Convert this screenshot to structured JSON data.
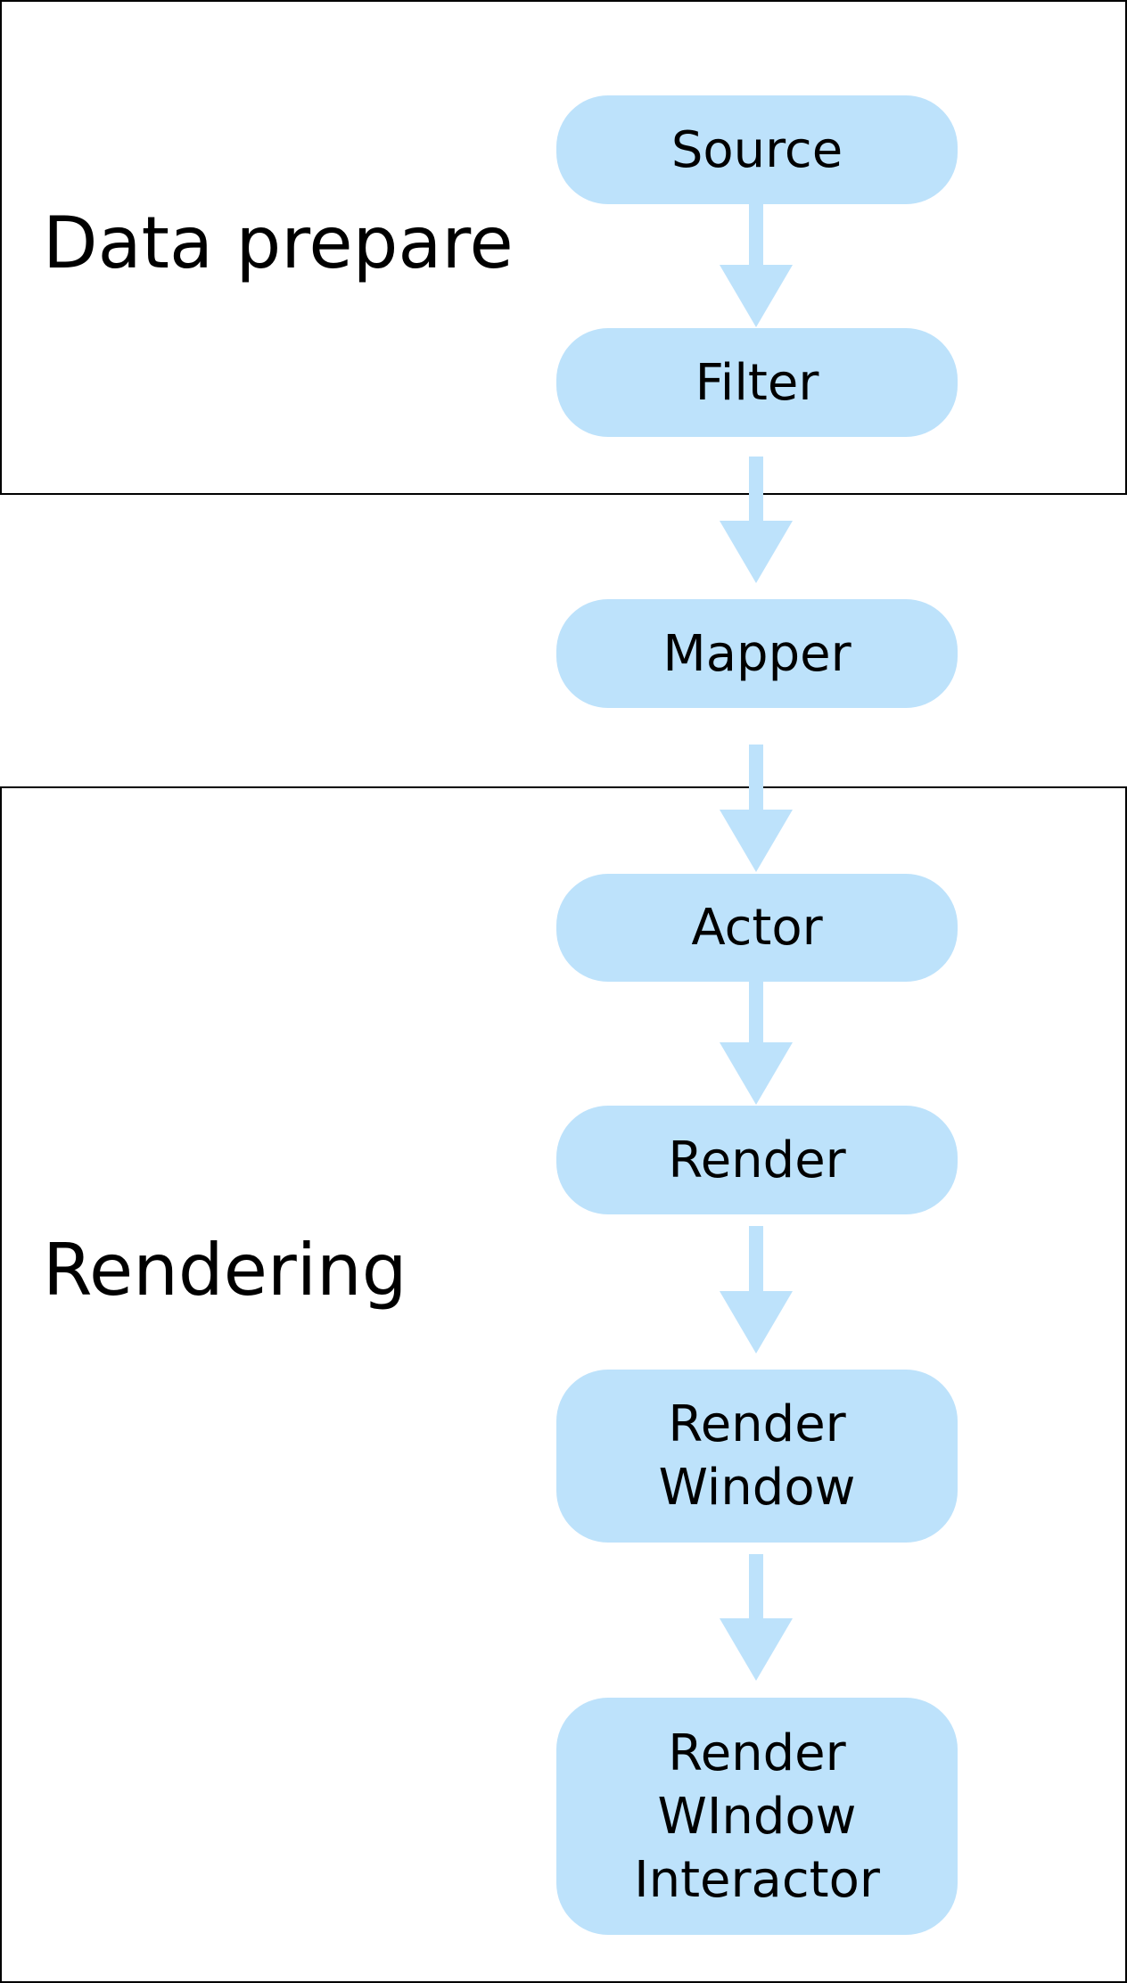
{
  "colors": {
    "node_fill": "#bde2fb",
    "arrow": "#bde2fb",
    "group_border": "#000000",
    "text": "#000000"
  },
  "groups": {
    "data_prepare": "Data prepare",
    "rendering": "Rendering"
  },
  "nodes": {
    "source": "Source",
    "filter": "Filter",
    "mapper": "Mapper",
    "actor": "Actor",
    "render": "Render",
    "render_window": "Render\nWindow",
    "render_window_interactor": "Render\nWIndow\nInteractor"
  }
}
